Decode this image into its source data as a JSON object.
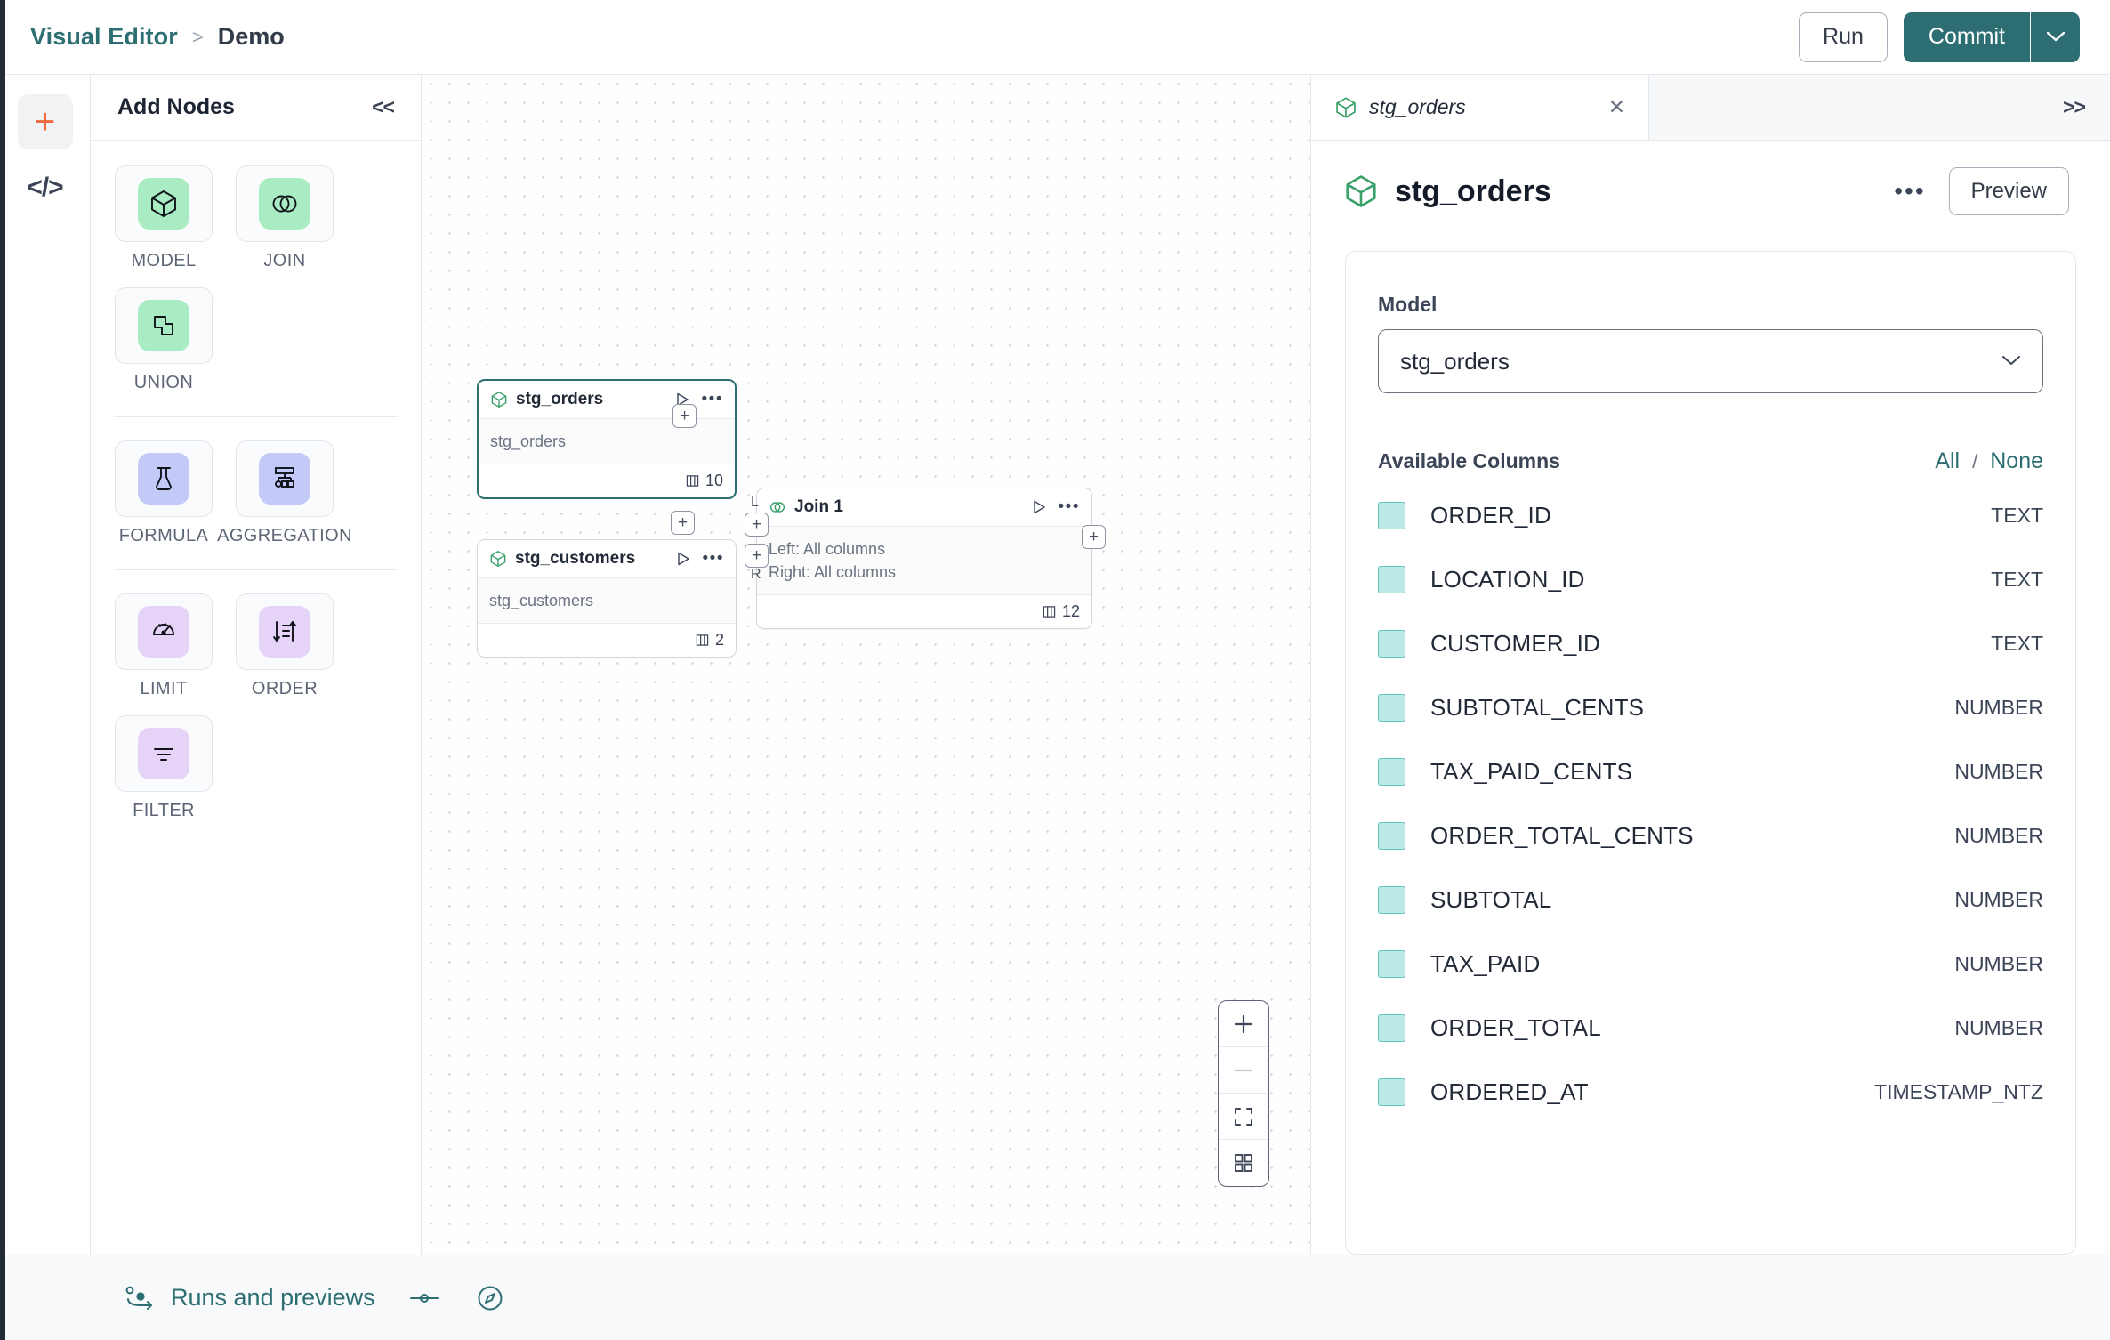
{
  "topbar": {
    "breadcrumb_root": "Visual Editor",
    "breadcrumb_sep": ">",
    "breadcrumb_current": "Demo",
    "run_label": "Run",
    "commit_label": "Commit",
    "commit_caret_icon": "chevron-down-icon"
  },
  "rail": {
    "add_icon": "plus-icon",
    "code_icon": "code-brackets-icon"
  },
  "nodes_panel": {
    "title": "Add Nodes",
    "collapse_icon": "<<",
    "groups": [
      {
        "items": [
          {
            "label": "MODEL",
            "icon": "cube-icon",
            "color": "green"
          },
          {
            "label": "JOIN",
            "icon": "venn-circles-icon",
            "color": "green"
          },
          {
            "label": "UNION",
            "icon": "union-squares-icon",
            "color": "green"
          }
        ]
      },
      {
        "items": [
          {
            "label": "FORMULA",
            "icon": "flask-icon",
            "color": "blue"
          },
          {
            "label": "AGGREGATION",
            "icon": "hierarchy-icon",
            "color": "blue"
          }
        ]
      },
      {
        "items": [
          {
            "label": "LIMIT",
            "icon": "limit-gauge-icon",
            "color": "purple"
          },
          {
            "label": "ORDER",
            "icon": "sort-icon",
            "color": "purple"
          },
          {
            "label": "FILTER",
            "icon": "filter-icon",
            "color": "purple"
          }
        ]
      }
    ]
  },
  "canvas": {
    "nodes": [
      {
        "id": "stg_orders",
        "title": "stg_orders",
        "icon": "cube-icon",
        "body_lines": [
          "stg_orders"
        ],
        "column_count": "10",
        "selected": true,
        "play_icon": "play-icon",
        "menu_icon": "more-icon",
        "columns_icon": "columns-icon"
      },
      {
        "id": "stg_customers",
        "title": "stg_customers",
        "icon": "cube-icon",
        "body_lines": [
          "stg_customers"
        ],
        "column_count": "2",
        "selected": false,
        "play_icon": "play-icon",
        "menu_icon": "more-icon",
        "columns_icon": "columns-icon"
      },
      {
        "id": "join1",
        "title": "Join 1",
        "icon": "venn-circles-icon",
        "body_lines": [
          "Left: All columns",
          "Right: All columns"
        ],
        "column_count": "12",
        "selected": false,
        "play_icon": "play-icon",
        "menu_icon": "more-icon",
        "columns_icon": "columns-icon",
        "input_labels": [
          "L",
          "R"
        ]
      }
    ],
    "handle_glyph": "+",
    "zoom_controls": [
      {
        "name": "zoom-in-button",
        "icon": "plus-icon"
      },
      {
        "name": "zoom-out-button",
        "icon": "minus-icon"
      },
      {
        "name": "fit-view-button",
        "icon": "fit-screen-icon"
      },
      {
        "name": "minimap-toggle-button",
        "icon": "grid-icon"
      }
    ]
  },
  "right_panel": {
    "tab_label": "stg_orders",
    "tab_icon": "cube-icon",
    "tab_close_icon": "close-icon",
    "expand_icon": ">>",
    "title": "stg_orders",
    "title_icon": "cube-icon",
    "menu_icon": "more-icon",
    "preview_label": "Preview",
    "model_label": "Model",
    "model_value": "stg_orders",
    "model_caret_icon": "chevron-down-icon",
    "columns_label": "Available Columns",
    "select_all_label": "All",
    "select_sep": "/",
    "select_none_label": "None",
    "columns": [
      {
        "name": "ORDER_ID",
        "type": "TEXT",
        "checked": true
      },
      {
        "name": "LOCATION_ID",
        "type": "TEXT",
        "checked": true
      },
      {
        "name": "CUSTOMER_ID",
        "type": "TEXT",
        "checked": true
      },
      {
        "name": "SUBTOTAL_CENTS",
        "type": "NUMBER",
        "checked": true
      },
      {
        "name": "TAX_PAID_CENTS",
        "type": "NUMBER",
        "checked": true
      },
      {
        "name": "ORDER_TOTAL_CENTS",
        "type": "NUMBER",
        "checked": true
      },
      {
        "name": "SUBTOTAL",
        "type": "NUMBER",
        "checked": true
      },
      {
        "name": "TAX_PAID",
        "type": "NUMBER",
        "checked": true
      },
      {
        "name": "ORDER_TOTAL",
        "type": "NUMBER",
        "checked": true
      },
      {
        "name": "ORDERED_AT",
        "type": "TIMESTAMP_NTZ",
        "checked": true
      }
    ]
  },
  "bottombar": {
    "runs_label": "Runs and previews",
    "runs_icon": "flow-run-icon",
    "toggle_icon": "slider-toggle-icon",
    "compass_icon": "compass-icon"
  },
  "colors": {
    "accent_teal": "#2c6e72",
    "accent_orange": "#f2683f",
    "icon_green": "#a9ecc3",
    "icon_blue": "#c3caf7",
    "icon_purple": "#e5d4f7",
    "checkbox_fill": "#bdeae6"
  }
}
